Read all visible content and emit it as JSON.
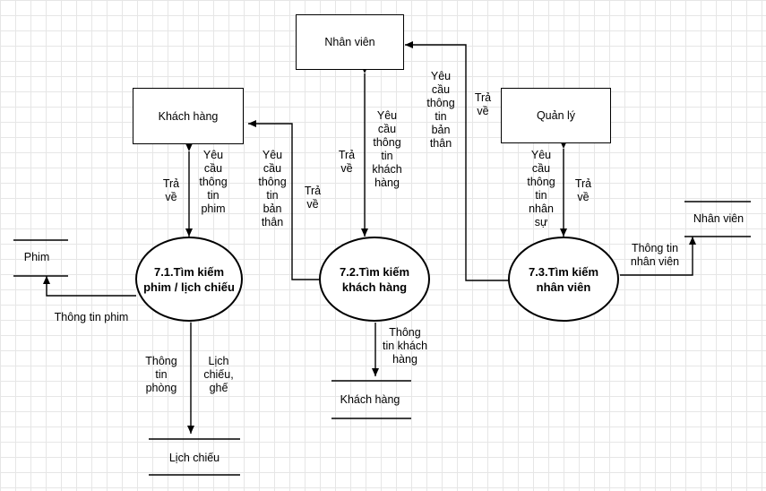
{
  "entities": {
    "nhan_vien": "Nhân viên",
    "khach_hang": "Khách hàng",
    "quan_ly": "Quản lý"
  },
  "processes": {
    "p71": "7.1.Tìm kiếm\nphim / lịch chiếu",
    "p72": "7.2.Tìm kiếm\nkhách hàng",
    "p73": "7.3.Tìm kiếm\nnhân viên"
  },
  "datastores": {
    "phim": "Phim",
    "lich_chieu": "Lịch chiếu",
    "khach_hang": "Khách hàng",
    "nhan_vien": "Nhân viên"
  },
  "flows": {
    "yeu_cau_phim": "Yêu\ncầu\nthông\ntin\nphim",
    "tra_ve_kh_71": "Trả\nvề",
    "yeu_cau_ban_than_kh": "Yêu\ncầu\nthông\ntin\nbản\nthân",
    "tra_ve_72_kh": "Trả\nvề",
    "tra_ve_nv_72": "Trả\nvề",
    "yeu_cau_khach_hang": "Yêu\ncầu\nthông\ntin\nkhách\nhàng",
    "yeu_cau_ban_than_nv": "Yêu\ncầu\nthông\ntin\nbản\nthân",
    "tra_ve_73_nv": "Trả\nvề",
    "yeu_cau_nhan_su": "Yêu\ncầu\nthông\ntin\nnhân\nsự",
    "tra_ve_73_ql": "Trả\nvề",
    "thong_tin_phim": "Thông tin phim",
    "thong_tin_phong": "Thông\ntin\nphòng",
    "lich_chieu_ghe": "Lịch\nchiếu,\nghế",
    "thong_tin_khach_hang": "Thông\ntin khách\nhàng",
    "thong_tin_nhan_vien": "Thông tin\nnhân viên"
  }
}
